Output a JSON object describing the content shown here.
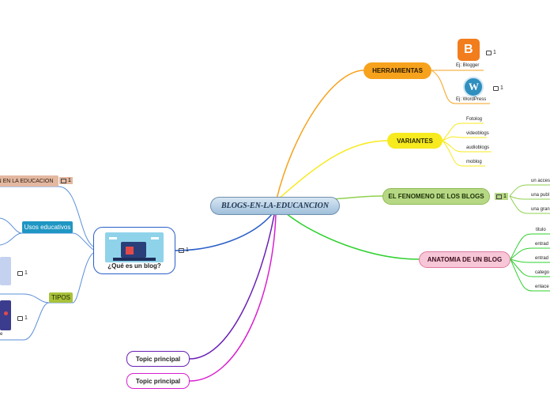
{
  "central": "BLOGS-EN-LA-EDUCANCION",
  "herramientas": {
    "label": "HERRAMIENTAS",
    "items": [
      {
        "label": "Ej: Blogger",
        "comments": "1",
        "glyph": "B"
      },
      {
        "label": "Ej: WordPress",
        "comments": "1",
        "glyph": "W"
      }
    ]
  },
  "variantes": {
    "label": "VARIANTES",
    "items": [
      "Fotolog",
      "videoblogs",
      "audioblogs",
      "moblog"
    ]
  },
  "fenomeno": {
    "label": "EL FENOMENO DE LOS BLOGS",
    "comments": "1",
    "items": [
      "un acces",
      "una publ",
      "una gran"
    ]
  },
  "anatomia": {
    "label": "ANATOMIA DE UN BLOG",
    "items": [
      "titulo",
      "entrad",
      "entrad",
      "catego",
      "enlace"
    ]
  },
  "topics": [
    "Topic principal",
    "Topic principal"
  ],
  "que_es": {
    "label": "¿Qué es un blog?",
    "comments": "1"
  },
  "left": {
    "evolucion": "N EN LA EDUCACION",
    "evolucion_comments": "1",
    "usos": "Usos educativos",
    "tipos": "TIPOS",
    "tipo_comments": [
      "1",
      "1"
    ],
    "tipo_leaf": "e"
  },
  "colors": {
    "herramientas": "#f6a21c",
    "variantes": "#f7ea1e",
    "fenomeno": "#8fd14f",
    "anatomia": "#2fd12f",
    "que_es": "#2a5fc9",
    "topic1": "#6a1fb5",
    "topic2": "#d81fd0"
  }
}
